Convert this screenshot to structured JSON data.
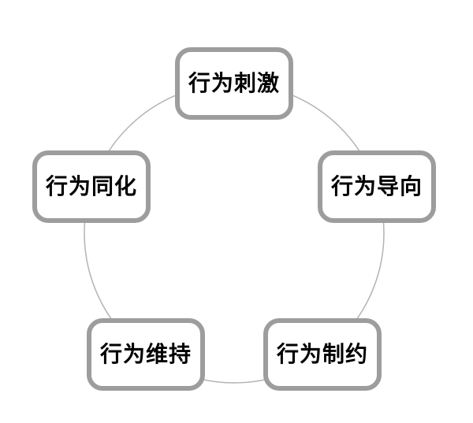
{
  "diagram": {
    "type": "cycle",
    "nodes": [
      {
        "label": "行为刺激",
        "position": "top"
      },
      {
        "label": "行为导向",
        "position": "right"
      },
      {
        "label": "行为制约",
        "position": "bottom-right"
      },
      {
        "label": "行为维持",
        "position": "bottom-left"
      },
      {
        "label": "行为同化",
        "position": "left"
      }
    ],
    "colors": {
      "box_border": "#9d9d9d",
      "circle_stroke": "#b3b3b3",
      "text": "#000000",
      "background": "#ffffff"
    }
  }
}
